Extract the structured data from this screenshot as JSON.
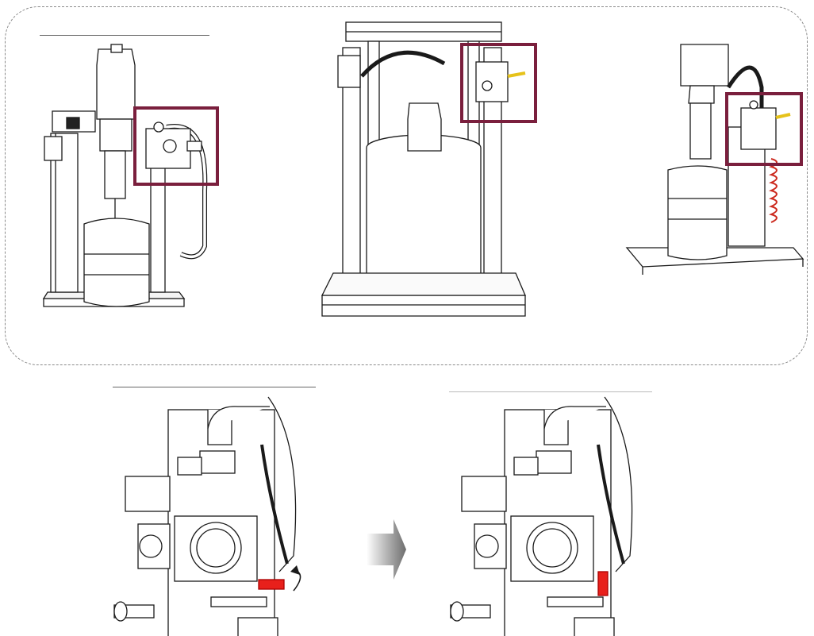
{
  "colors": {
    "highlight": "#7a1f3d",
    "lever": "#e8201b",
    "line": "#1a1a1a",
    "arrow_dark": "#6d6d6d",
    "arrow_light": "#ffffff"
  },
  "figures": [
    {
      "id": "pump-station-a",
      "highlight": "pressure-regulator-block"
    },
    {
      "id": "press-frame-b",
      "highlight": "pressure-regulator-block"
    },
    {
      "id": "pump-station-c",
      "highlight": "pressure-regulator-block"
    }
  ],
  "detail": {
    "before": {
      "lever": "horizontal",
      "icon": "rotate-arrow-icon"
    },
    "transition": {
      "icon": "right-arrow-icon"
    },
    "after": {
      "lever": "vertical"
    }
  }
}
